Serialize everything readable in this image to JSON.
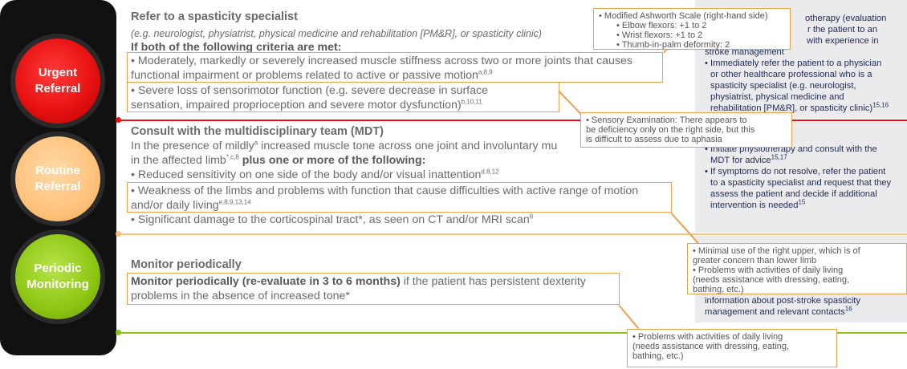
{
  "traffic_light": {
    "urgent_label_1": "Urgent",
    "urgent_label_2": "Referral",
    "routine_label_1": "Routine",
    "routine_label_2": "Referral",
    "periodic_label_1": "Periodic",
    "periodic_label_2": "Monitoring"
  },
  "colors": {
    "urgent": "#e81212",
    "routine": "#ffc27c",
    "periodic": "#8cc612",
    "annotation": "#f0a04a",
    "panel": "#ebebed"
  },
  "urgent": {
    "title": "Refer to a spasticity specialist",
    "subtitle": "(e.g. neurologist, physiatrist, physical medicine and rehabilitation [PM&R], or spasticity clinic)",
    "criteria_heading": "If both of the following criteria are met:",
    "c1_line1": "• Moderately, markedly or severely increased muscle stiffness across two or more joints that causes",
    "c1_line2": "functional impairment or problems related to active or passive motion",
    "c1_sup": "a,8,9",
    "c2_line1": "• Severe loss of sensorimotor function (e.g. severe decrease in surface",
    "c2_line2": "sensation, impaired proprioception and severe motor dysfunction)",
    "c2_sup": "b,10,11",
    "panel_top_1": "otherapy (evaluation",
    "panel_top_2": "r the patient to an",
    "panel_top_3": "with experience in",
    "panel_top_4": "stroke management",
    "panel_1": "• Immediately refer the patient to a physician",
    "panel_2": "or other healthcare professional who is a",
    "panel_3": "spasticity specialist (e.g. neurologist,",
    "panel_4": "physiatrist, physical medicine and",
    "panel_5": "rehabilitation [PM&R], or spasticity clinic)",
    "panel_5_sup": "15,16"
  },
  "routine": {
    "title": "Consult with the multidisciplinary team (MDT)",
    "intro_1a": "In the presence of mildly",
    "intro_1a_sup": "a",
    "intro_1b": " increased muscle tone across one joint and involuntary mu",
    "intro_2a": "in the affected limb",
    "intro_2a_sup": "*,c,8",
    "intro_2b": " plus one or more of the following:",
    "b1": "• Reduced sensitivity on one side of the body and/or visual inattention",
    "b1_sup": "d,8,12",
    "b2_line1": "• Weakness of the limbs and problems with function that cause difficulties with active range of motion",
    "b2_line2": "and/or daily living",
    "b2_sup": "e,8,9,13,14",
    "b3": "• Significant damage to the corticospinal tract*, as seen on CT and/or MRI scan",
    "b3_sup": "8",
    "panel_1": "• Initiate physiotherapy and consult with the",
    "panel_2": "MDT for advice",
    "panel_2_sup": "15,17",
    "panel_3": "• If symptoms do not resolve, refer the patient",
    "panel_4": "to a spasticity specialist and request that they",
    "panel_5": "assess the patient and decide if additional",
    "panel_6": "intervention is needed",
    "panel_6_sup": "15"
  },
  "periodic": {
    "title": "Monitor periodically",
    "line1_bold": "Monitor periodically (re-evaluate in 3 to 6 months)",
    "line1_rest": " if the patient has persistent dexterity",
    "line2": "problems in the absence of increased tone*",
    "panel_1": "information about post-stroke spasticity",
    "panel_2": "management and relevant contacts",
    "panel_2_sup": "16"
  },
  "notes": {
    "ashworth_title": "• Modified Ashworth Scale (right-hand side)",
    "ashworth_1": "• Elbow flexors: +1 to 2",
    "ashworth_2": "• Wrist flexors: +1 to 2",
    "ashworth_3": "• Thumb-in-palm deformity: 2",
    "sensory_1": "• Sensory Examination: There appears to",
    "sensory_2": "be deficiency only on the right side, but this",
    "sensory_3": "is difficult to assess due to aphasia",
    "minimal_1": "• Minimal use of the right upper, which is of",
    "minimal_2": "greater concern than lower limb",
    "minimal_3": "• Problems with activities of daily living",
    "minimal_4": "(needs assistance with dressing, eating,",
    "minimal_5": "bathing, etc.)",
    "adl_1": "• Problems with activities of daily living",
    "adl_2": "(needs assistance with dressing, eating,",
    "adl_3": "bathing, etc.)"
  }
}
